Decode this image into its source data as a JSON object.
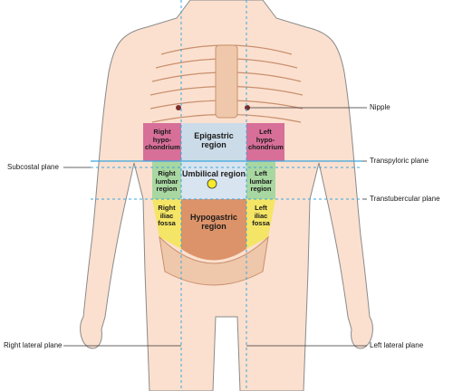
{
  "colors": {
    "skin": "#fbe0cf",
    "outline": "#8a8a8a",
    "hypochondrium": "#d05a8f",
    "epigastric": "#c5dcea",
    "lumbar": "#a8d7a1",
    "umbilical": "#d8e4ef",
    "iliac": "#f4e566",
    "hypogastric": "#d98b5d",
    "bone": "#efc8ab",
    "plane_line": "#3ba7df",
    "label_line": "#333333",
    "nipple": "#7a2f2f",
    "umbilicus": "#f6ea2a"
  },
  "regions": {
    "right_hypochondrium": "Right\nhypo-\nchondrium",
    "epigastric": "Epigastric\nregion",
    "left_hypochondrium": "Left\nhypo-\nchondrium",
    "right_lumbar": "Right\nlumbar\nregion",
    "umbilical": "Umbilical region",
    "left_lumbar": "Left\nlumbar\nregion",
    "right_iliac": "Right\niliac\nfossa",
    "hypogastric": "Hypogastric\nregion",
    "left_iliac": "Left\niliac\nfossa"
  },
  "labels": {
    "nipple": "Nipple",
    "subcostal_plane": "Subcostal plane",
    "transpyloric_plane": "Transpyloric plane",
    "transtubercular_plane": "Transtubercular plane",
    "right_lateral_plane": "Right lateral plane",
    "left_lateral_plane": "Left lateral plane"
  }
}
